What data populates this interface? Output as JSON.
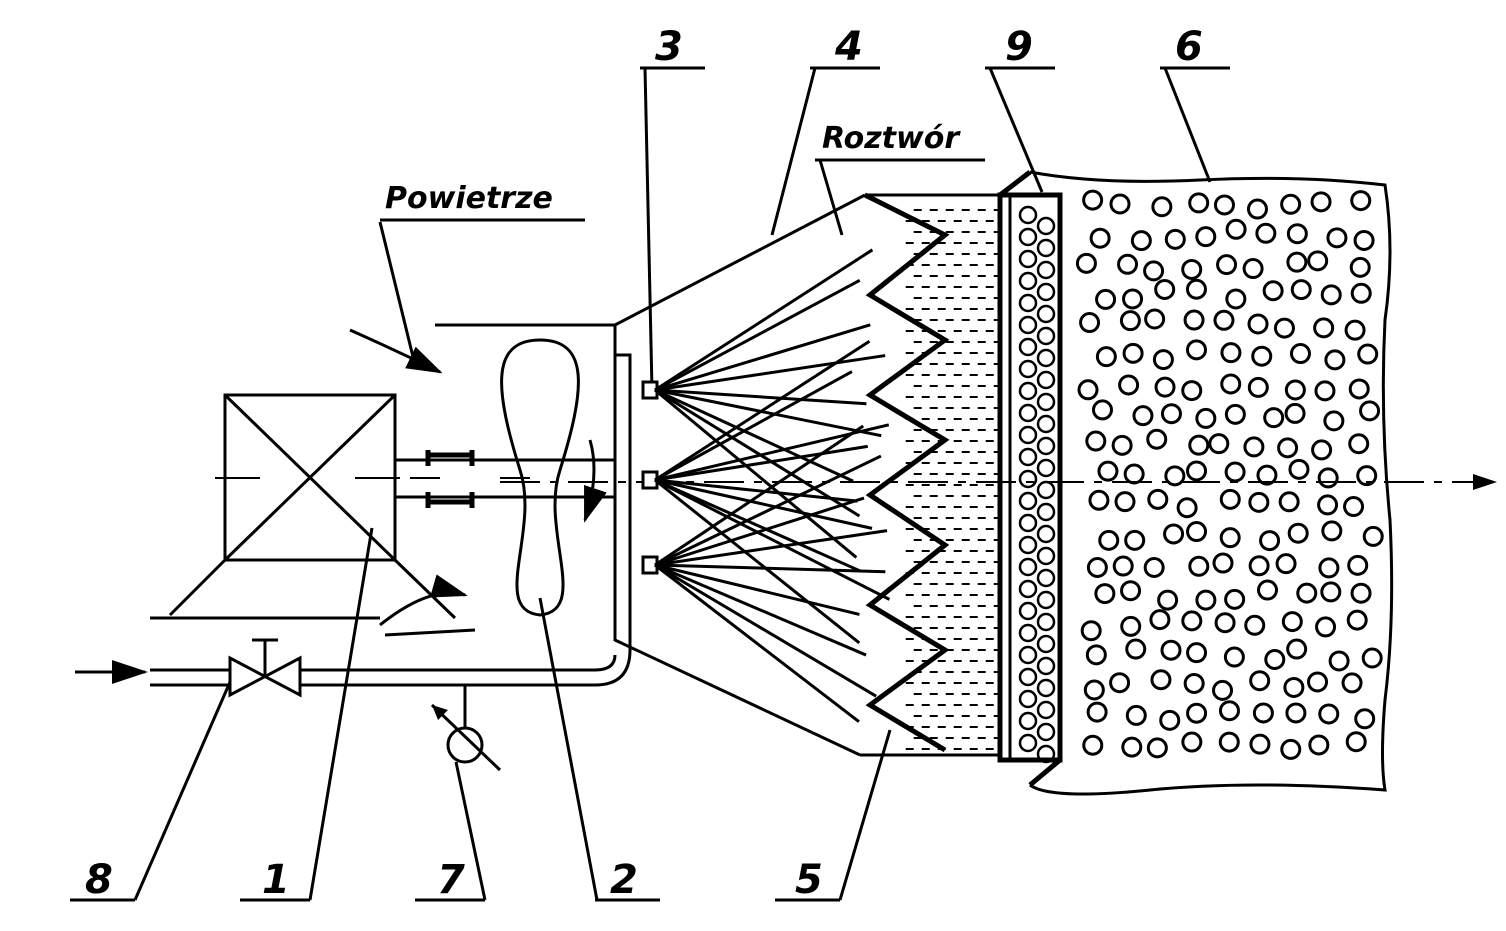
{
  "labels": {
    "air": "Powietrze",
    "solution": "Roztwór",
    "ref_3": "3",
    "ref_4": "4",
    "ref_9": "9",
    "ref_6": "6",
    "ref_8": "8",
    "ref_1": "1",
    "ref_7": "7",
    "ref_2": "2",
    "ref_5": "5"
  }
}
